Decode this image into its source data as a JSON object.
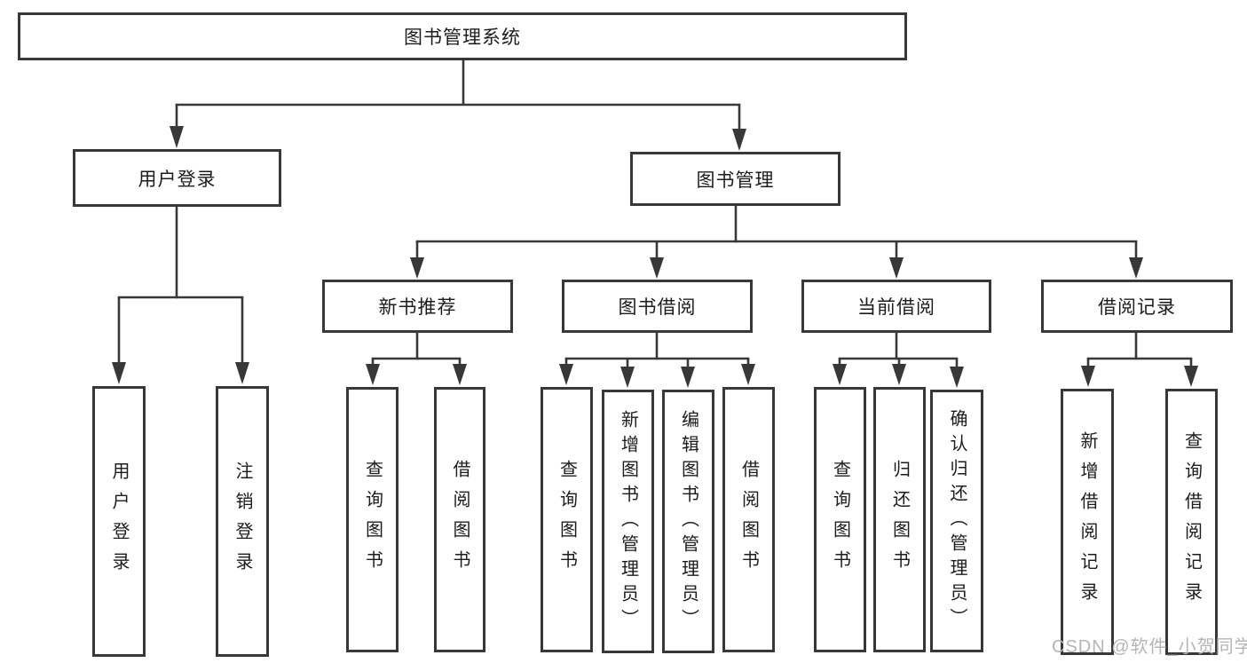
{
  "diagram": {
    "root": {
      "label": "图书管理系统"
    },
    "level2": [
      {
        "label": "用户登录"
      },
      {
        "label": "图书管理"
      }
    ],
    "level3": [
      {
        "label": "新书推荐"
      },
      {
        "label": "图书借阅"
      },
      {
        "label": "当前借阅"
      },
      {
        "label": "借阅记录"
      }
    ],
    "leaves": {
      "user_login": [
        "用户登录",
        "注销登录"
      ],
      "new_book_rec": [
        "查询图书",
        "借阅图书"
      ],
      "book_borrow": [
        "查询图书",
        "新增图书（管理员）",
        "编辑图书（管理员）",
        "借阅图书"
      ],
      "current_borrow": [
        "查询图书",
        "归还图书",
        "确认归还（管理员）"
      ],
      "borrow_records": [
        "新增借阅记录",
        "查询借阅记录"
      ]
    }
  },
  "watermark": {
    "text": "CSDN @软件_小贺同学"
  },
  "colors": {
    "line": "#383838",
    "box_border": "#383838",
    "background": "#ffffff",
    "watermark": "#b5b5b5"
  }
}
